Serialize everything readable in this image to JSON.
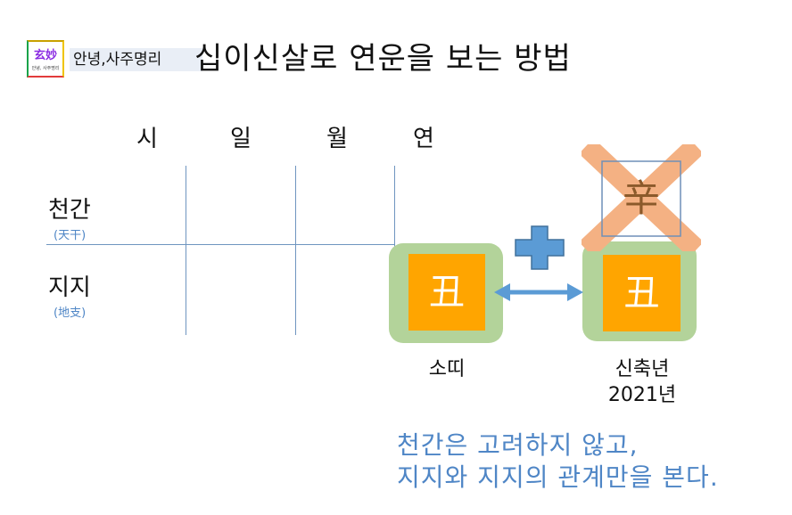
{
  "header": {
    "logo_main": "玄妙",
    "logo_sub": "안녕, 사주명리",
    "brand": "안녕,사주명리",
    "title": "십이신살로 연운을 보는 방법"
  },
  "columns": [
    "시",
    "일",
    "월",
    "연"
  ],
  "rows": [
    {
      "label": "천간",
      "sub": "(天干)"
    },
    {
      "label": "지지",
      "sub": "(地支)"
    }
  ],
  "left_pillar": {
    "char": "丑",
    "caption": "소띠"
  },
  "right_pillar": {
    "char": "丑",
    "crossed_char": "辛",
    "caption_line1": "신축년",
    "caption_line2": "2021년"
  },
  "note": {
    "line1": "천간은 고려하지 않고,",
    "line2": "지지와 지지의 관계만을 본다."
  },
  "colors": {
    "accent_blue": "#4f86c6",
    "orange": "#ffa500",
    "green": "#b3d39a",
    "cross": "#f4b183",
    "arrow": "#5b9bd5"
  }
}
